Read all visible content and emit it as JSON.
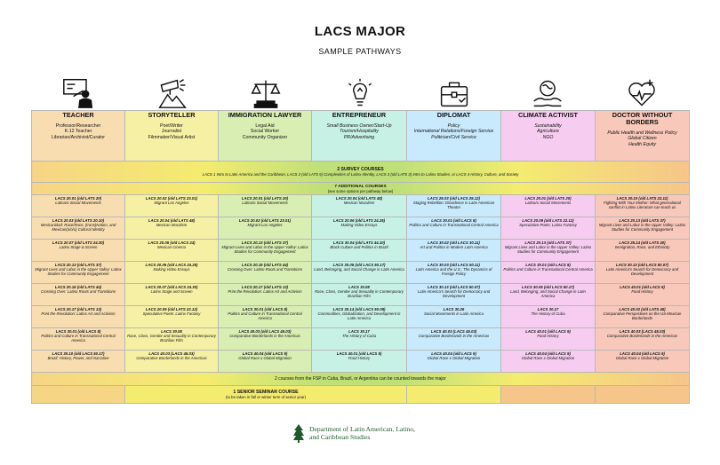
{
  "title": "LACS MAJOR",
  "subtitle": "SAMPLE PATHWAYS",
  "icons": [
    "teacher-icon",
    "storyteller-icon",
    "immigration-lawyer-icon",
    "entrepreneur-icon",
    "diplomat-icon",
    "climate-activist-icon",
    "doctor-icon"
  ],
  "careers": [
    {
      "name": "TEACHER",
      "sub": [
        "Professor/Researcher",
        "K-12 Teacher",
        "Librarian/Archivist/Curator"
      ],
      "italic": false
    },
    {
      "name": "STORYTELLER",
      "sub": [
        "Poet/Writer",
        "Journalist",
        "Filmmaker/Visual Artist"
      ],
      "italic": false
    },
    {
      "name": "IMMIGRATION LAWYER",
      "sub": [
        "Legal Aid",
        "Social Worker",
        "Community Organizer"
      ],
      "italic": false
    },
    {
      "name": "ENTREPRENEUR",
      "sub": [
        "Small Business Owner/Start-Up",
        "Tourism/Hospitality",
        "PR/Advertising"
      ],
      "italic": true
    },
    {
      "name": "DIPLOMAT",
      "sub": [
        "Policy",
        "International Relations/Foreign Service",
        "Politician/Civil Service"
      ],
      "italic": true
    },
    {
      "name": "CLIMATE ACTIVIST",
      "sub": [
        "Sustainability",
        "Agriculture",
        "NGO"
      ],
      "italic": true
    },
    {
      "name": "DOCTOR WITHOUT BORDERS",
      "sub": [
        "Public Health and Wellness Policy",
        "Global Citizen",
        "Health Equity"
      ],
      "italic": true
    }
  ],
  "survey": {
    "title": "2 SURVEY COURSES",
    "text": "LACS 1 Intro to Latin America and the Caribbean, LACS 2 (old LATS 5) Complexities of Latinx Identity, LACS 3 (old LATS 3) Intro to Latinx Studies, or LACS 4 History, Culture, and Society"
  },
  "additional": {
    "title": "7 ADDITIONAL COURSES",
    "note": "(see some options per pathway below)"
  },
  "rows": [
    [
      {
        "c": "LACS 20.01 (old LATS 20)",
        "n": "Latina/o Social Movements"
      },
      {
        "c": "LACS 20.02 (old LATS 23.01)",
        "n": "Migrant Los Angeles"
      },
      {
        "c": "LACS 20.01 (old LATS 20)",
        "n": "Latina/o Social Movements"
      },
      {
        "c": "LACS 20.04 (old LATS 48)",
        "n": "Mexican Muralism"
      },
      {
        "c": "LACS 25.03 (old LACS 25.12)",
        "n": "Staging Rebellion: Dissidence in Latin American Theatre"
      },
      {
        "c": "LACS 20.01 (old LATS 20)",
        "n": "Latina/o Social Movements"
      },
      {
        "c": "LACS 20.10 (old LATS 22.11)",
        "n": "Fighting With Your Mother: What generational conflict in Latinx Literature can teach us"
      }
    ],
    [
      {
        "c": "LACS 20.03 (old LATS 20.10)",
        "n": "Mexicanidad: Race/Race, (trans)Nation, and Mexican(a/o/x) Cultural Identity"
      },
      {
        "c": "LACS 20.04 (old LATS 48)",
        "n": "Mexican Muralism"
      },
      {
        "c": "LACS 20.02 (old LATS 23.01)",
        "n": "Migrant Los Angeles"
      },
      {
        "c": "LACS 20.06 (old LATS 24.25)",
        "n": "Making Video Essays"
      },
      {
        "c": "LACS 30.01 (old LACS 8)",
        "n": "Politics and Culture in Transnational Central America"
      },
      {
        "c": "LACS 20.09 (old LATS 22.12)",
        "n": "Speculative Poets: Latinx Fantasy"
      },
      {
        "c": "LACS 20.13 (old LATS 37)",
        "n": "Migrant Lives and Labor in the Upper Valley: Latinx Studies for Community Engagement"
      }
    ],
    [
      {
        "c": "LACS 20.07 (old LATS 24.30)",
        "n": "Latinx Stage & Screen"
      },
      {
        "c": "LACS 20.05 (old LACS 24)",
        "n": "Mexican Cinema"
      },
      {
        "c": "LACS 20.13 (old LATS 37)",
        "n": "Migrant Lives and Labor in the Upper Valley: Latinx Studies for Community Engagement"
      },
      {
        "c": "LACS 30.04 (old LATS 44.10)",
        "n": "Black Culture and Politics in Brazil"
      },
      {
        "c": "LACS 30.02 (old LACS 30.11)",
        "n": "Art and Politics in Modern Latin America"
      },
      {
        "c": "LACS 20.13 (old LATS 37)",
        "n": "Migrant Lives and Labor in the Upper Valley: Latinx Studies for Community Engagement"
      },
      {
        "c": "LACS 25.14 (old LATS 40)",
        "n": "Immigration, Race, and Ethnicity"
      }
    ],
    [
      {
        "c": "LACS 20.13 (old LATS 37)",
        "n": "Migrant Lives and Labor in the Upper Valley: Latinx Studies for Community Engagement"
      },
      {
        "c": "LACS 20.06 (old LACS 24.25)",
        "n": "Making Video Essays"
      },
      {
        "c": "LACS 20.16 (old LATS 44)",
        "n": "Crossing Over: Latino Roots and Transitions"
      },
      {
        "c": "LACS 30.05 (old LACS 50.17)",
        "n": "Land, Belonging, and Social Change in Latin America"
      },
      {
        "c": "LACS 30.03 (old LACS 50.11)",
        "n": "Latin America and the U.S.: The Dynamics of Foreign Policy"
      },
      {
        "c": "LACS 30.01 (old LACS 8)",
        "n": "Politics and Culture in Transnational Central America"
      },
      {
        "c": "LACS 30.13 (old LACS 50.07)",
        "n": "Latin America's Search for Democracy and Development"
      }
    ],
    [
      {
        "c": "LACS 20.16 (old LATS 44)",
        "n": "Crossing Over: Latino Roots and Transitions"
      },
      {
        "c": "LACS 20.07 (old LACS 24.30)",
        "n": "Latinx Stage and Screen"
      },
      {
        "c": "LACS 20.17 (old LATS 13)",
        "n": "Print the Revolution: Latinx Art and Activism"
      },
      {
        "c": "LACS 30.08",
        "n": "Race, Class, Gender and Sexuality in Contemporary Brazilian Film"
      },
      {
        "c": "LACS 30.13 (old LACS 50.07)",
        "n": "Latin America's Search for Democracy and Development"
      },
      {
        "c": "LACS 30.05 (old LACS 50.17)",
        "n": "Land, Belonging, and Social Change in Latin America"
      },
      {
        "c": "LACS 40.01 (old LACS 9)",
        "n": "Food History"
      }
    ],
    [
      {
        "c": "LACS 20.17 (old LATS 13)",
        "n": "Print the Revolution: Latinx Art and Activism"
      },
      {
        "c": "LACS 20.09 (old LATS 22.12)",
        "n": "Speculative Poets: Latinx Fantasy"
      },
      {
        "c": "LACS 30.01 (old LACS 8)",
        "n": "Politics and Culture in Transnational Central America"
      },
      {
        "c": "LACS 30.14 (old LACS 50.08)",
        "n": "Commodities, Globalization, and Development in Latin America"
      },
      {
        "c": "LACS 30.26",
        "n": "Social Movements in Latin America"
      },
      {
        "c": "LACS 30.17",
        "n": "The History of Cuba"
      },
      {
        "c": "LACS 40.02 (old LATS 45)",
        "n": "Comparative Perspectives on the US-Mexican Borderlands"
      }
    ],
    [
      {
        "c": "LACS 30.01 (old LACS 8)",
        "n": "Politics and Culture in Transnational Central America"
      },
      {
        "c": "LACS 30.08",
        "n": "Race, Class, Gender and Sexuality in Contemporary Brazilian Film"
      },
      {
        "c": "LACS 40.03 (old LACS 45.03)",
        "n": "Comparative Borderlands in the Americas"
      },
      {
        "c": "LACS 30.17",
        "n": "The History of Cuba"
      },
      {
        "c": "LACS 40.03 (LACS 45.03)",
        "n": "Comparative Borderlands in the Americas"
      },
      {
        "c": "LACS 40.01 (old LACS 9)",
        "n": "Food History"
      },
      {
        "c": "LACS 40.03 (LACS 45.03)",
        "n": "Comparative Borderlands in the Americas"
      }
    ],
    [
      {
        "c": "LACS 30.10 (old LACS 50.17)",
        "n": "Brazil: History, Power, and Narrative"
      },
      {
        "c": "LACS 40.03 (LACS 45.03)",
        "n": "Comparative Borderlands in the Americas"
      },
      {
        "c": "LACS 40.04 (old LACS 9)",
        "n": "Global Race x Global Migration"
      },
      {
        "c": "LACS 40.01 (old LACS 9)",
        "n": "Food History"
      },
      {
        "c": "LACS 40.04 (old LACS 9)",
        "n": "Global Race x Global Migration"
      },
      {
        "c": "LACS 40.04 (old LACS 9)",
        "n": "Global Race x Global Migration"
      },
      {
        "c": "LACS 40.04 (old LACS 9)",
        "n": "Global Race x Global Migration"
      }
    ]
  ],
  "fsp": "2 courses from the FSP in Cuba, Brazil, or Argentina can be counted towards the major",
  "senior": {
    "title": "1 SENIOR SEMINAR COURSE",
    "note": "(to be taken in fall or winter term of senior year)"
  },
  "logo": {
    "line1": "Department of Latin American, Latino,",
    "line2": "and Caribbean Studies",
    "color": "#1f5a2c"
  }
}
